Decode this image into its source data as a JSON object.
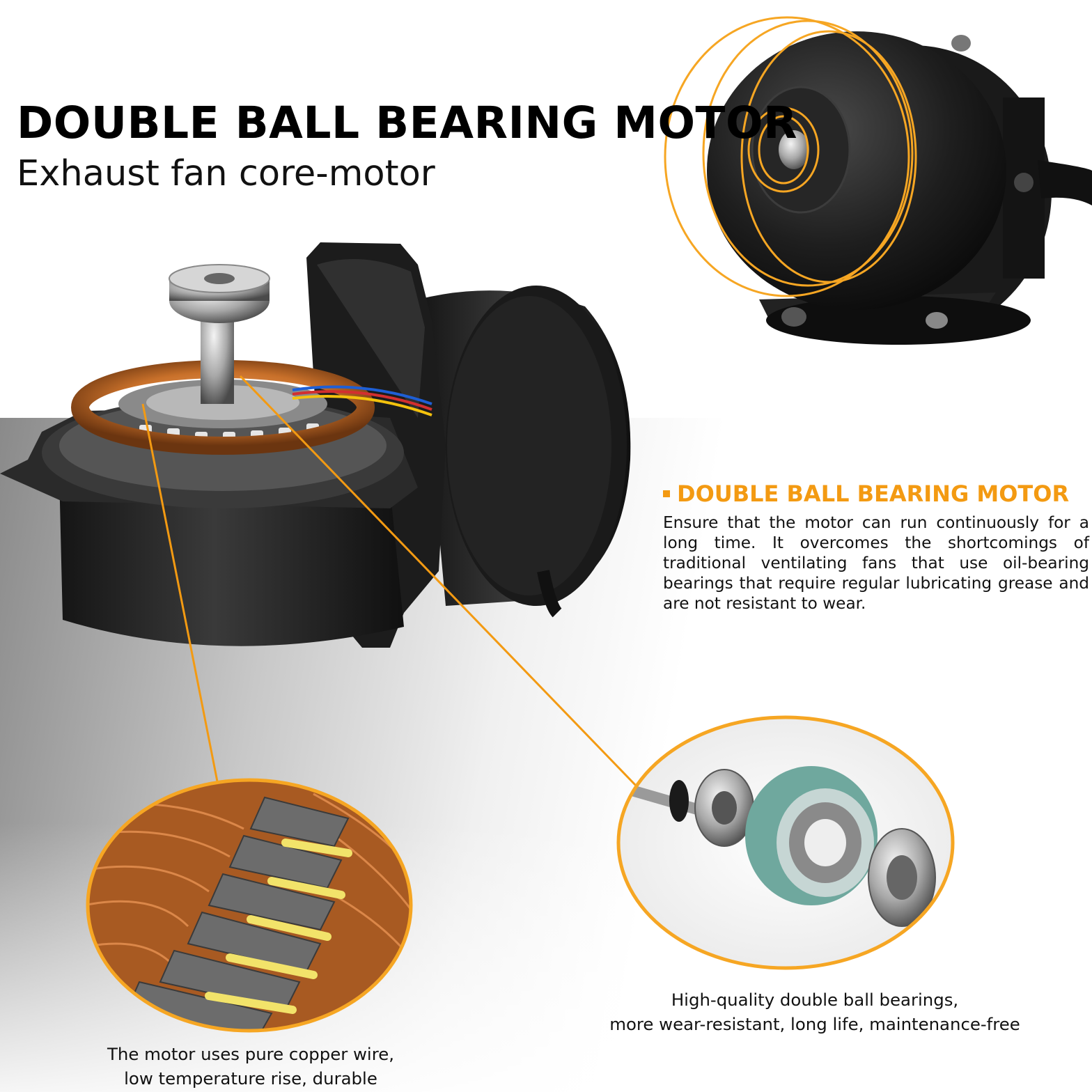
{
  "header": {
    "title": "DOUBLE BALL BEARING MOTOR",
    "subtitle": "Exhaust fan core-motor"
  },
  "feature": {
    "heading": "DOUBLE BALL BEARING MOTOR",
    "body": "Ensure that the motor can run continuously for a long time. It overcomes the shortcomings of traditional ventilating fans that use oil-bearing bearings that require regular lubricating grease and are not resistant to wear."
  },
  "captions": {
    "bearing_line1": "High-quality double ball bearings,",
    "bearing_line2": "more wear-resistant, long life, maintenance-free",
    "copper_line1": "The motor uses pure copper wire,",
    "copper_line2": "low temperature rise, durable"
  },
  "colors": {
    "accent": "#f39a12",
    "text": "#111111",
    "copper": "#c8702a"
  },
  "images": [
    "motor-back-view-image",
    "open-motor-stator-image",
    "copper-winding-closeup-image",
    "rotor-bearing-closeup-image"
  ]
}
